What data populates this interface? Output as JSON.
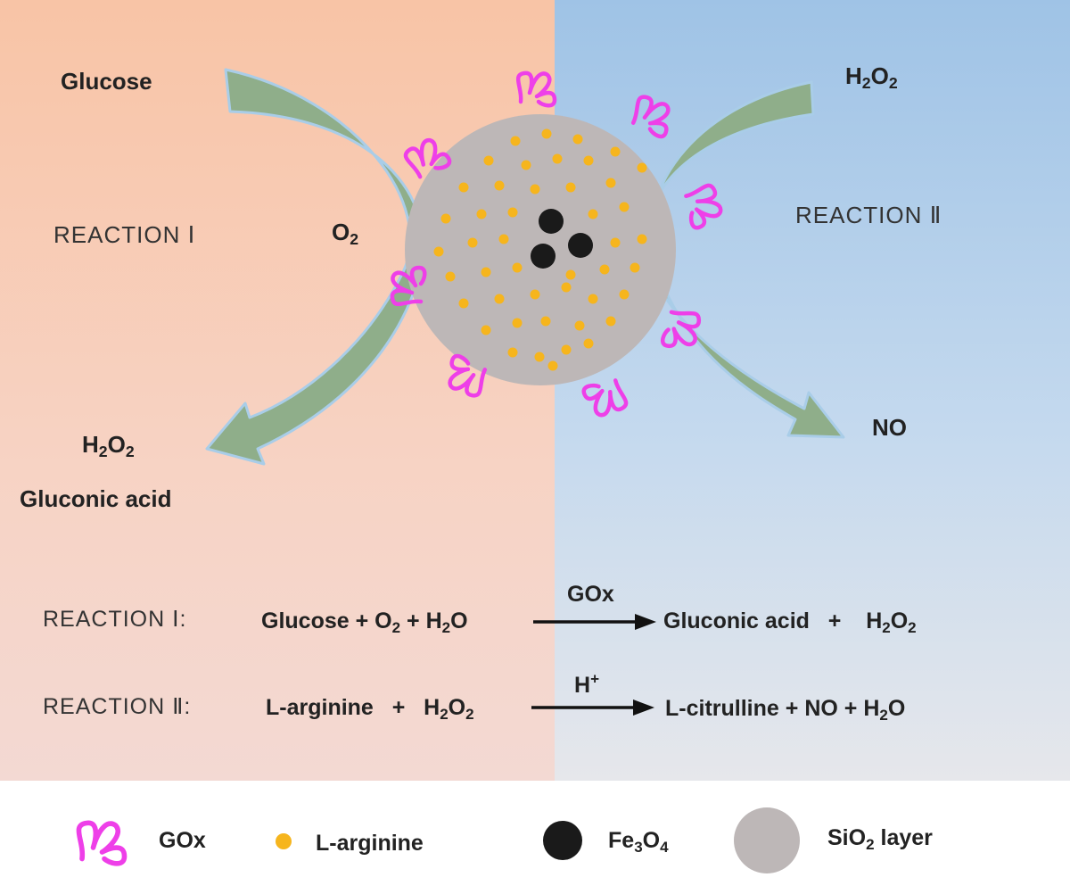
{
  "labels": {
    "left_input": "Glucose",
    "left_oxygen": [
      "O",
      "2"
    ],
    "left_reaction": "REACTION Ⅰ",
    "left_product_1": [
      "H",
      "2",
      "O",
      "2"
    ],
    "left_product_2": "Gluconic acid",
    "right_input": [
      "H",
      "2",
      "O",
      "2"
    ],
    "right_reaction": "REACTION Ⅱ",
    "right_product": "NO"
  },
  "equations": {
    "reaction_1": {
      "label": "REACTION Ⅰ:",
      "reactants": [
        "Glucose",
        "+",
        "O",
        "2",
        "+",
        "H",
        "2",
        "O"
      ],
      "catalyst": "GOx",
      "products": [
        "Gluconic acid",
        "+",
        "H",
        "2",
        "O",
        "2"
      ]
    },
    "reaction_2": {
      "label": "REACTION Ⅱ:",
      "reactants": [
        "L-arginine",
        "+",
        "H",
        "2",
        "O",
        "2"
      ],
      "catalyst": [
        "H",
        "+"
      ],
      "products": [
        "L-citrulline",
        "+",
        "NO",
        "+",
        "H",
        "2",
        "O"
      ]
    }
  },
  "legend": {
    "gox": "GOx",
    "arginine": "L-arginine",
    "fe3o4": [
      "Fe",
      "3",
      "O",
      "4"
    ],
    "sio2": [
      "SiO",
      "2",
      " layer"
    ]
  },
  "colors": {
    "left_bg_top": "#f8c7a9",
    "left_bg_bottom": "#f5d7cf",
    "right_bg_top": "#a2c5e6",
    "right_bg_bottom": "#e4e6eb",
    "arrow_fill": "#8fae8a",
    "arrow_outline": "#a9cde8",
    "particle": "#bdb7b7",
    "arginine_dot": "#f6b51d",
    "fe3o4_core": "#1a1a1a",
    "gox_enzyme": "#ee3fe8",
    "equation_arrow": "#111111"
  },
  "icons": {
    "gox": "gox-enzyme-icon",
    "arginine": "arginine-dot-icon",
    "fe3o4": "fe3o4-core-icon",
    "sio2": "sio2-particle-icon"
  }
}
